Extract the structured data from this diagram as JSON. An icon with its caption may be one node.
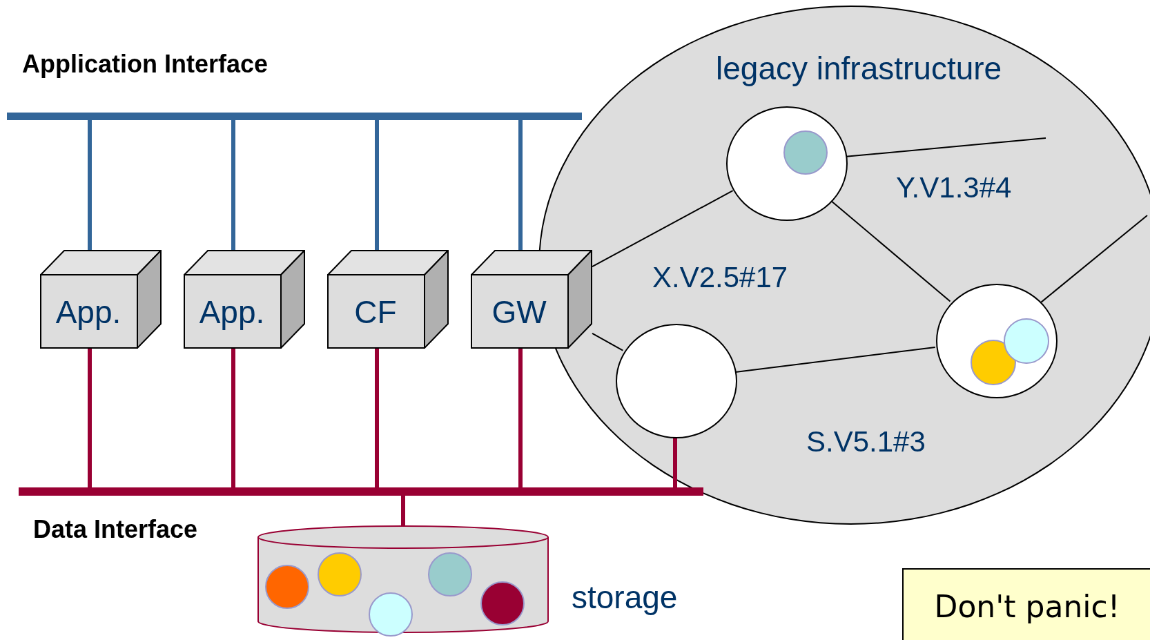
{
  "diagram": {
    "nodes": [
      {
        "text": [
          "Application Interface"
        ]
      },
      {
        "text": [
          "Data Interface"
        ]
      },
      {
        "text": [
          "legacy infrastructure"
        ]
      },
      {
        "text": [
          "App."
        ]
      },
      {
        "text": [
          "App."
        ]
      },
      {
        "text": [
          "CF"
        ]
      },
      {
        "text": [
          "GW"
        ]
      },
      {
        "text": [],
        "shape": "circle",
        "in": 2
      },
      {
        "text": [],
        "shape": "circle",
        "in": 2
      },
      {
        "text": [],
        "shape": "circle",
        "in": 2
      },
      {
        "text": [],
        "shape": "cylinder",
        "beside": [
          "storage"
        ]
      },
      {
        "text": [
          "Don't panic!"
        ]
      }
    ],
    "edges": [
      {
        "from": 0,
        "to": 3,
        "arrow": "none",
        "color": "#336699"
      },
      {
        "from": 0,
        "to": 4,
        "arrow": "none",
        "color": "#336699"
      },
      {
        "from": 0,
        "to": 5,
        "arrow": "none",
        "color": "#336699"
      },
      {
        "from": 0,
        "to": 6,
        "arrow": "none",
        "color": "#336699"
      },
      {
        "from": 1,
        "to": 3,
        "arrow": "none",
        "color": "#990033"
      },
      {
        "from": 1,
        "to": 4,
        "arrow": "none",
        "color": "#990033"
      },
      {
        "from": 1,
        "to": 5,
        "arrow": "none",
        "color": "#990033"
      },
      {
        "from": 1,
        "to": 6,
        "arrow": "none",
        "color": "#990033"
      },
      {
        "from": 1,
        "to": 8,
        "arrow": "none",
        "color": "#990033"
      },
      {
        "from": 1,
        "to": 10,
        "arrow": "none",
        "color": "#990033"
      },
      {
        "from": 6,
        "to": 7,
        "arrow": "none",
        "color": "#000000"
      },
      {
        "from": 6,
        "to": 8,
        "arrow": "none",
        "color": "#000000"
      },
      {
        "from": 7,
        "to": 9,
        "arrow": "none",
        "color": "#000000"
      },
      {
        "from": 8,
        "to": 9,
        "arrow": "none",
        "color": "#000000"
      },
      {
        "from": 7,
        "to": null,
        "arrow": "none",
        "color": "#000000"
      },
      {
        "from": 9,
        "to": null,
        "arrow": "none",
        "color": "#000000"
      }
    ],
    "labels": [
      "X.V2.5#17",
      "Y.V1.3#4",
      "S.V5.1#3"
    ]
  }
}
